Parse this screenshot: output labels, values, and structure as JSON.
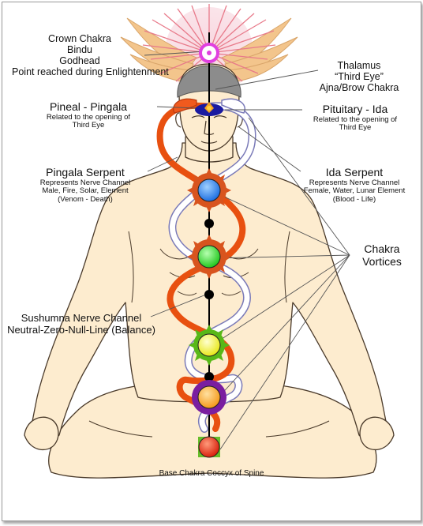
{
  "labels": {
    "crown": [
      "Crown Chakra",
      "Bindu",
      "Godhead",
      "Point reached during Enlightenment"
    ],
    "thalamus": [
      "Thalamus",
      "“Third Eye”",
      "Ajna/Brow Chakra"
    ],
    "pineal_title": "Pineal - Pingala",
    "pineal_desc": [
      "Related to the opening of",
      "Third Eye"
    ],
    "pituitary_title": "Pituitary - Ida",
    "pituitary_desc": [
      "Related to the opening of",
      "Third Eye"
    ],
    "pingala_title": "Pingala Serpent",
    "pingala_desc": [
      "Represents Nerve Channel",
      "Male, Fire, Solar, Element",
      "(Venom - Death)"
    ],
    "ida_title": "Ida Serpent",
    "ida_desc": [
      "Represents Nerve Channel",
      "Female, Water, Lunar Element",
      "(Blood - Life)"
    ],
    "vortices": [
      "Chakra",
      "Vortices"
    ],
    "sushumna": [
      "Sushumna Nerve Channel",
      "Neutral-Zero-Null-Line (Balance)"
    ],
    "base": "Base Chakra Coccyx of Spine"
  },
  "colors": {
    "pingala": "#f05a1e",
    "ida": "#ffffff",
    "ida_outline": "#7a7ab8",
    "body_fill": "#fdeccf",
    "wings": "#f2c48a",
    "crown_glow": "#f2b8c8",
    "brain": "#8a8a8a",
    "throat": "#1e6fe0",
    "heart": "#22c81e",
    "solar": "#f0f020",
    "sacral": "#f5a020",
    "root": "#e02810",
    "brow": "#1a1aa0",
    "crown": "#e040e0",
    "petals": "#d8541e",
    "spine": "#000000"
  }
}
